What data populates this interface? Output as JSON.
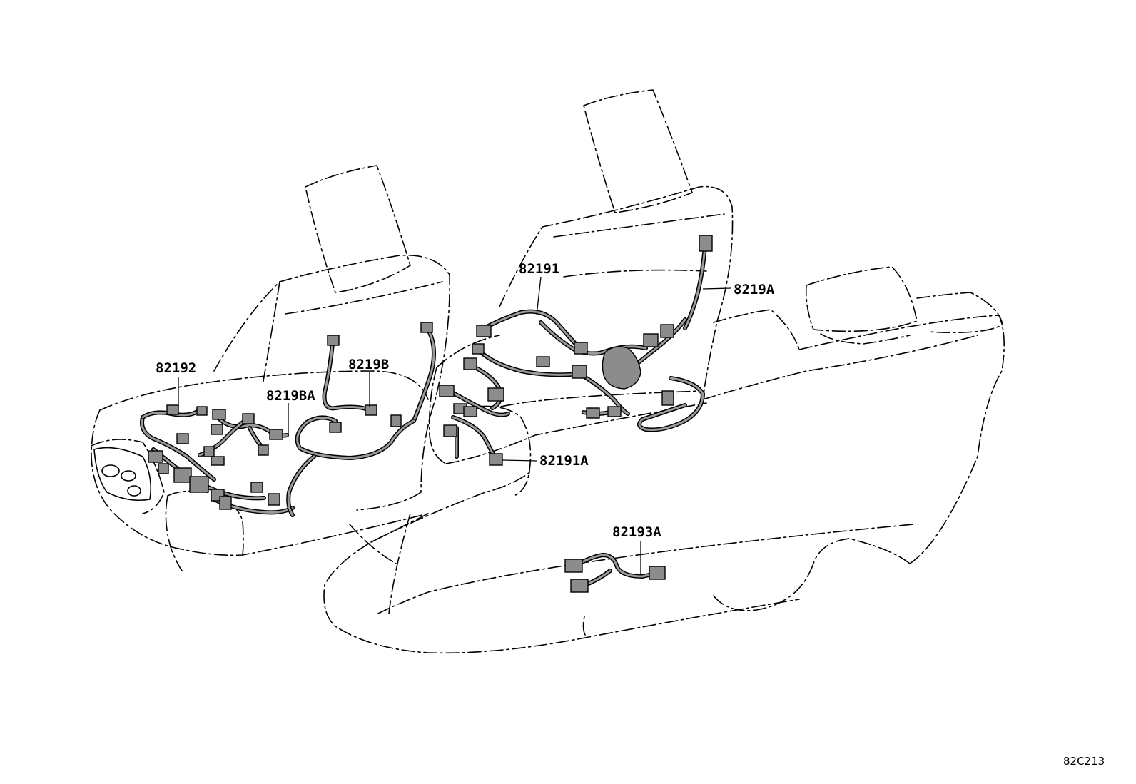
{
  "labels": [
    {
      "id": "label-82192",
      "text": "82192"
    },
    {
      "id": "label-8219BA",
      "text": "8219BA"
    },
    {
      "id": "label-8219B",
      "text": "8219B"
    },
    {
      "id": "label-82191",
      "text": "82191"
    },
    {
      "id": "label-8219A",
      "text": "8219A"
    },
    {
      "id": "label-82191A",
      "text": "82191A"
    },
    {
      "id": "label-82193A",
      "text": "82193A"
    }
  ],
  "figure_ref": "82C213"
}
